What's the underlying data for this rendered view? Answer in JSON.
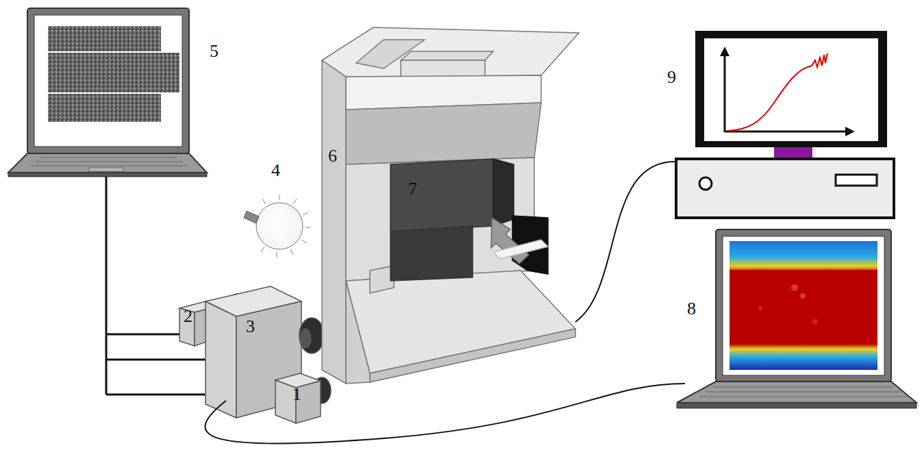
{
  "diagram": {
    "labels": [
      "5",
      "9",
      "4",
      "6",
      "7",
      "2",
      "3",
      "8",
      "1"
    ]
  }
}
